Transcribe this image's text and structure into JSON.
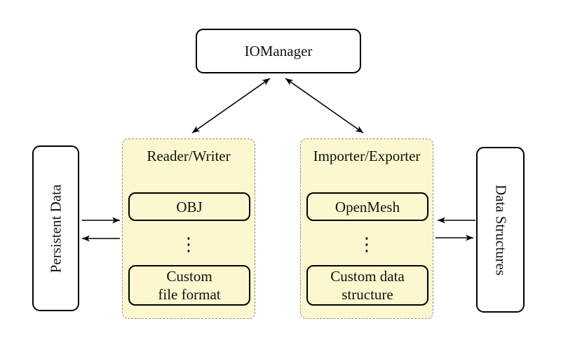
{
  "colors": {
    "background": "#ffffff",
    "group_fill": "#fcf7ce",
    "group_border": "#8f8f8f",
    "node_fill": "#ffffff",
    "node_border": "#000000",
    "arrow": "#000000"
  },
  "nodes": {
    "iomanager": {
      "label": "IOManager"
    },
    "persistent_data": {
      "label": "Persistent Data"
    },
    "data_structures": {
      "label": "Data Structures"
    }
  },
  "groups": {
    "reader_writer": {
      "title": "Reader/Writer",
      "ellipsis": "⋮",
      "items": [
        {
          "label": "OBJ"
        },
        {
          "label": "Custom\nfile format"
        }
      ]
    },
    "importer_exporter": {
      "title": "Importer/Exporter",
      "ellipsis": "⋮",
      "items": [
        {
          "label": "OpenMesh"
        },
        {
          "label": "Custom data\nstructure"
        }
      ]
    }
  },
  "edges": [
    {
      "from": "IOManager",
      "to": "Reader/Writer",
      "type": "bidirectional"
    },
    {
      "from": "IOManager",
      "to": "Importer/Exporter",
      "type": "bidirectional"
    },
    {
      "from": "Persistent Data",
      "to": "Reader/Writer",
      "type": "one-way"
    },
    {
      "from": "Reader/Writer",
      "to": "Persistent Data",
      "type": "one-way"
    },
    {
      "from": "Data Structures",
      "to": "Importer/Exporter",
      "type": "one-way"
    },
    {
      "from": "Importer/Exporter",
      "to": "Data Structures",
      "type": "one-way"
    }
  ]
}
